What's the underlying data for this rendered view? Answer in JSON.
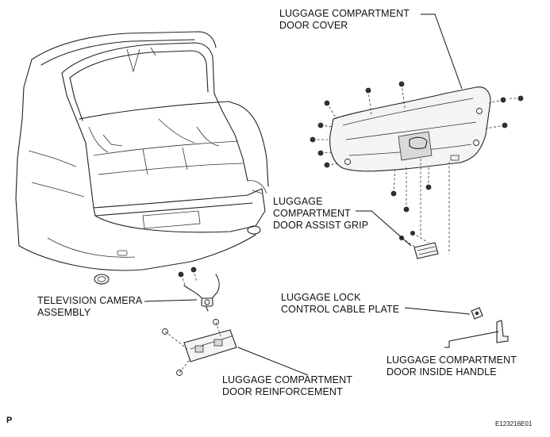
{
  "labels": {
    "door_cover": [
      "LUGGAGE COMPARTMENT",
      "DOOR COVER"
    ],
    "assist_grip": [
      "LUGGAGE",
      "COMPARTMENT",
      "DOOR ASSIST GRIP"
    ],
    "tv_camera": [
      "TELEVISION CAMERA",
      "ASSEMBLY"
    ],
    "lock_cable_plate": [
      "LUGGAGE LOCK",
      "CONTROL CABLE PLATE"
    ],
    "inside_handle": [
      "LUGGAGE COMPARTMENT",
      "DOOR INSIDE HANDLE"
    ],
    "reinforcement": [
      "LUGGAGE COMPARTMENT",
      "DOOR REINFORCEMENT"
    ]
  },
  "corner_mark": "P",
  "figure_code": "E123216E01"
}
